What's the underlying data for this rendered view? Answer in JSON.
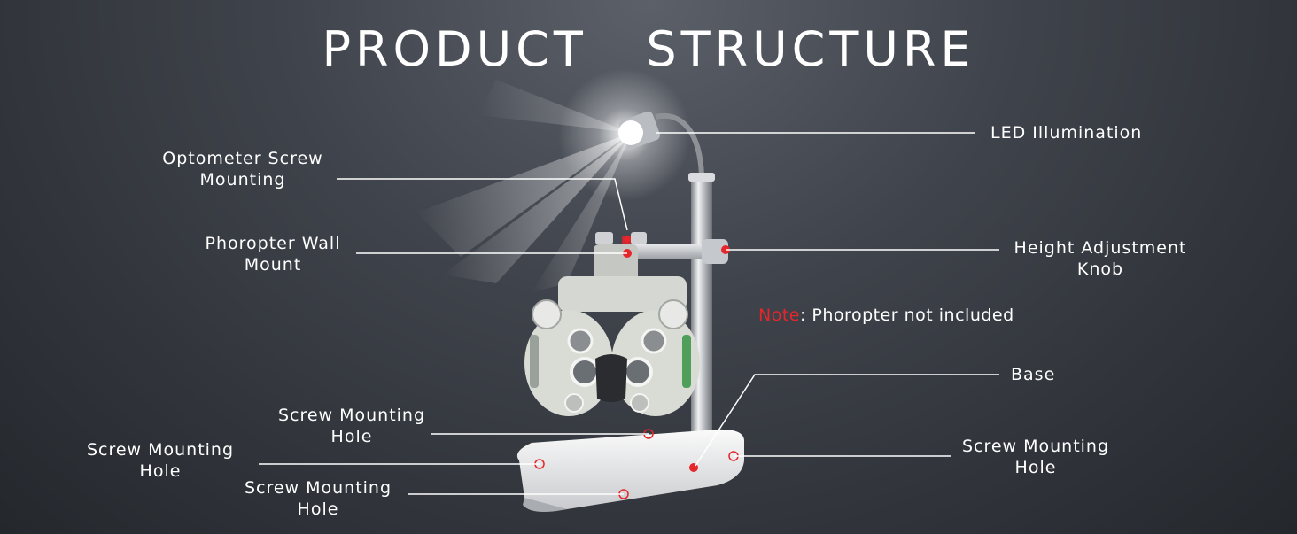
{
  "header": {
    "title": "PRODUCT   STRUCTURE"
  },
  "callouts": {
    "led": "LED Illumination",
    "optometer_line1": "Optometer Screw",
    "optometer_line2": "Mounting",
    "phoropter_line1": "Phoropter Wall",
    "phoropter_line2": "Mount",
    "height_line1": "Height Adjustment",
    "height_line2": "Knob",
    "base": "Base",
    "screw_label_line1": "Screw Mounting",
    "screw_label_line2": "Hole"
  },
  "note": {
    "prefix": "Note",
    "text": ": Phoropter not included"
  },
  "colors": {
    "accent": "#e5262b",
    "line": "#ffffff",
    "metal": "#c9ccd0"
  }
}
